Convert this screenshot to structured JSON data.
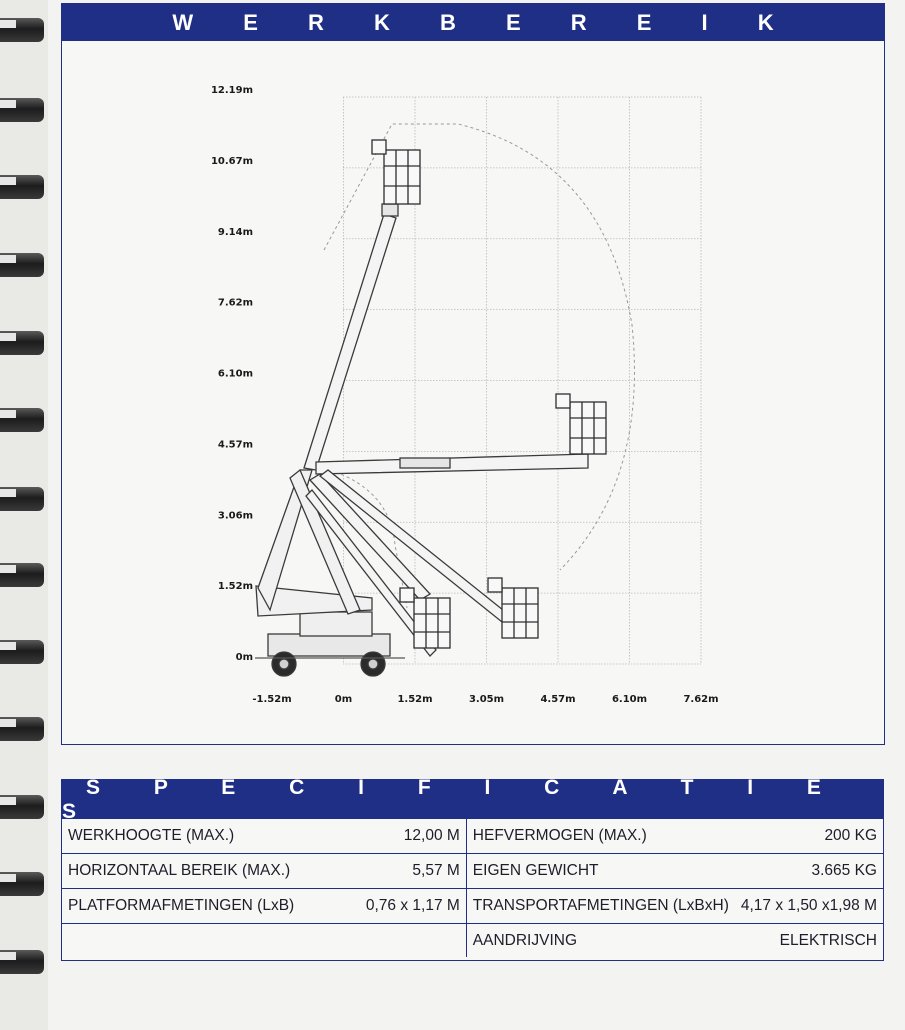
{
  "werkbereik": {
    "title": "W E R K B E R E I K"
  },
  "chart_data": {
    "type": "diagram",
    "x_ticks": [
      "-1.52m",
      "0m",
      "1.52m",
      "3.05m",
      "4.57m",
      "6.10m",
      "7.62m"
    ],
    "y_ticks": [
      "12.19m",
      "10.67m",
      "9.14m",
      "7.62m",
      "6.10m",
      "4.57m",
      "3.06m",
      "1.52m",
      "0m"
    ],
    "grid": true,
    "platform_positions": [
      {
        "x": 1.0,
        "y": 10.67
      },
      {
        "x": 5.2,
        "y": 4.57
      },
      {
        "x": 1.8,
        "y": 0.6
      },
      {
        "x": 3.6,
        "y": 0.8
      }
    ]
  },
  "specificaties": {
    "title": "S P E C I F I C A T I E S",
    "rows": [
      {
        "k1": "WERKHOOGTE (MAX.)",
        "v1": "12,00 M",
        "k2": "HEFVERMOGEN (MAX.)",
        "v2": "200 KG"
      },
      {
        "k1": "HORIZONTAAL BEREIK (MAX.)",
        "v1": "5,57 M",
        "k2": "EIGEN GEWICHT",
        "v2": "3.665 KG"
      },
      {
        "k1": "PLATFORMAFMETINGEN (LxB)",
        "v1": "0,76 x 1,17 M",
        "k2": "TRANSPORTAFMETINGEN (LxBxH)",
        "v2": "4,17 x 1,50 x1,98 M"
      },
      {
        "k1": "",
        "v1": "",
        "k2": "AANDRIJVING",
        "v2": "ELEKTRISCH"
      }
    ]
  }
}
